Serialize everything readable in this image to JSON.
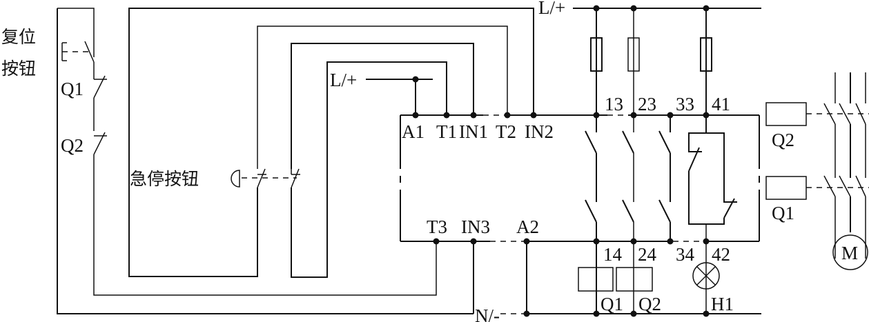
{
  "labels": {
    "reset_button": [
      "复位",
      "按钮"
    ],
    "emergency_stop": "急停按钮",
    "supply_top": "L/+",
    "supply_inner": "L/+",
    "neutral": "N/-",
    "terminals_top": [
      "A1",
      "T1",
      "IN1",
      "T2",
      "IN2"
    ],
    "terminals_bottom": [
      "T3",
      "IN3",
      "A2"
    ],
    "contacts_top": [
      "13",
      "23",
      "33",
      "41"
    ],
    "contacts_bottom": [
      "14",
      "24",
      "34",
      "42"
    ],
    "contactor_coils": [
      "Q1",
      "Q2"
    ],
    "lamp": "H1",
    "interlock_contacts": [
      "Q1",
      "Q2"
    ],
    "main_contactors": [
      "Q2",
      "Q1"
    ],
    "motor": "M"
  }
}
